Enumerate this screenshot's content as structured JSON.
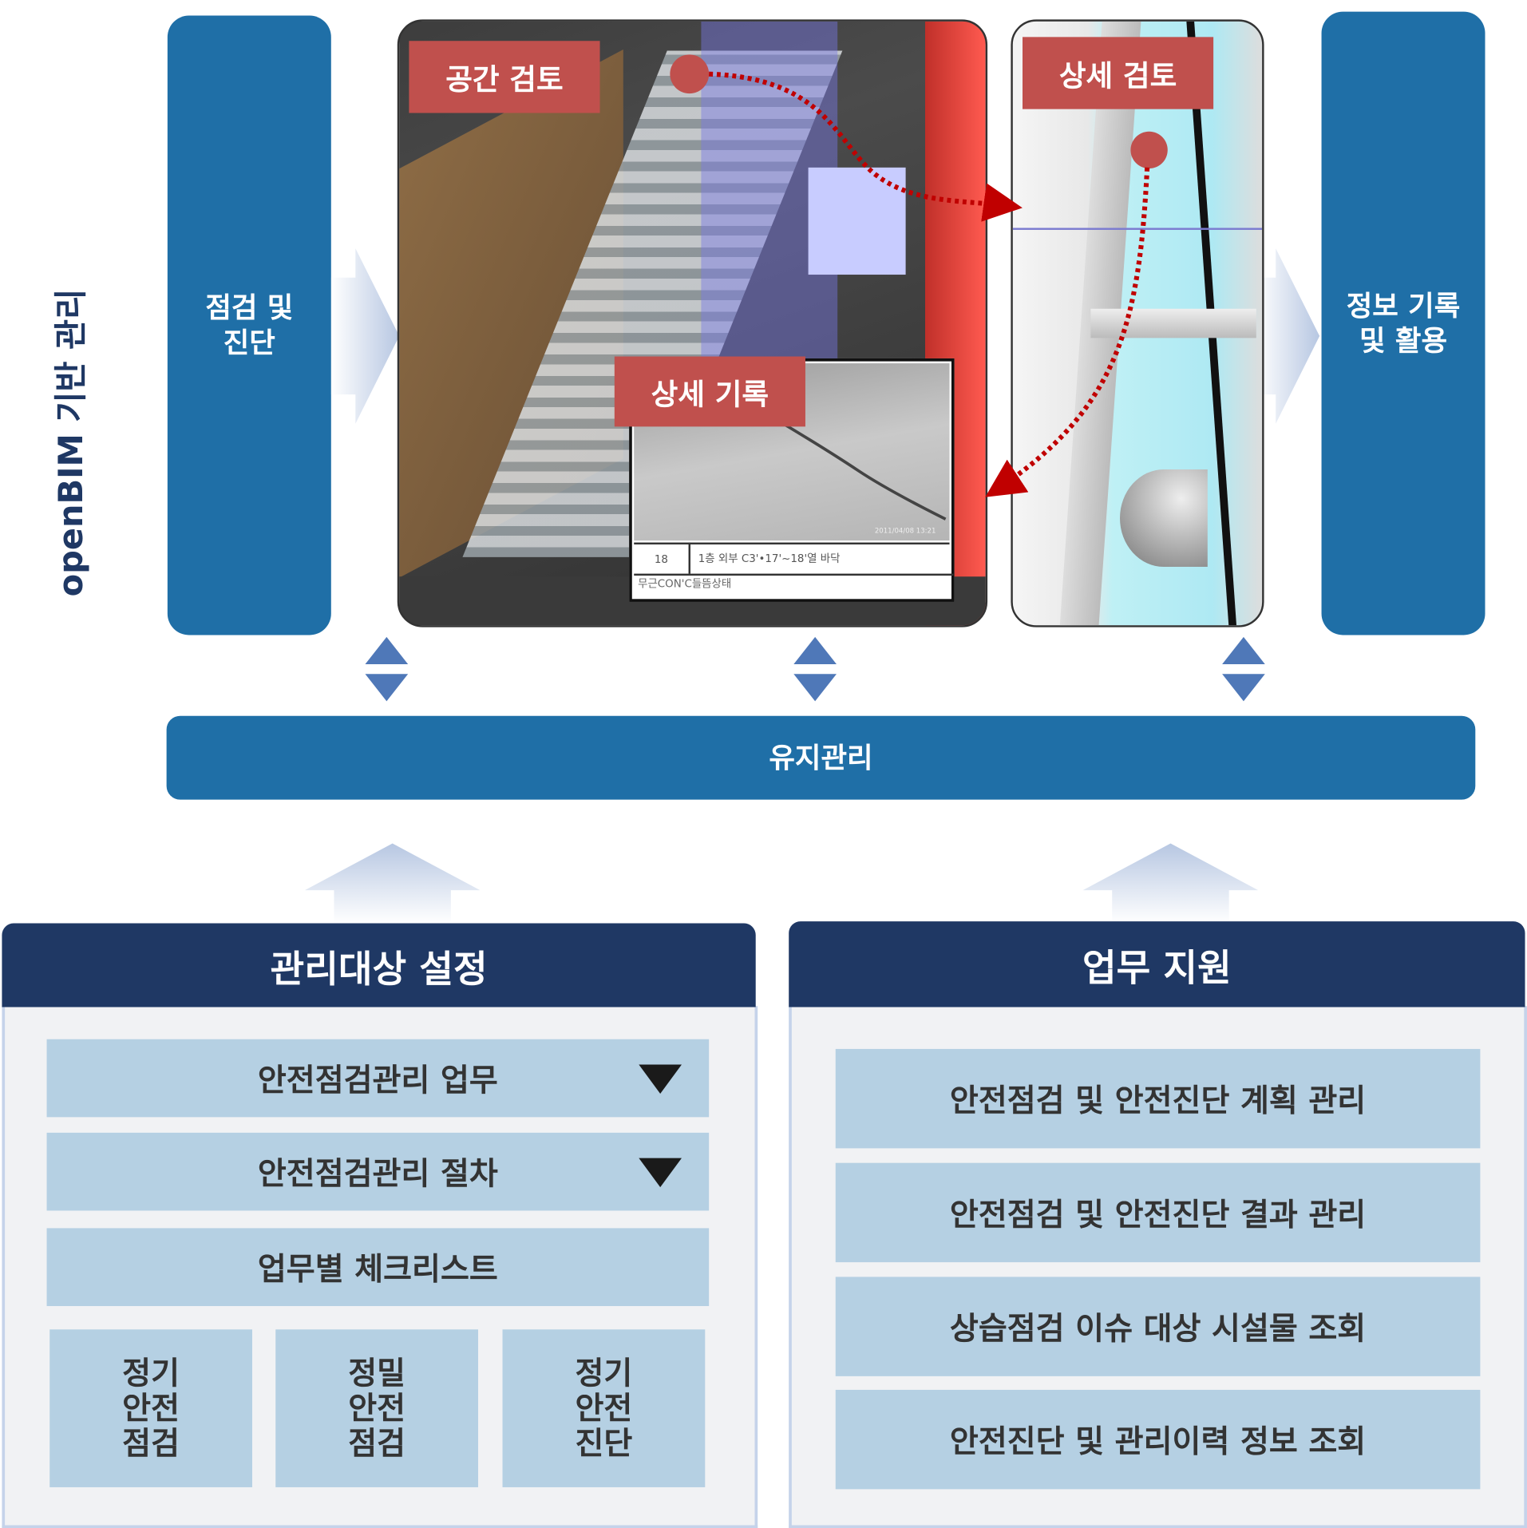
{
  "side_title": "openBIM 기반 관리",
  "left_box": "점검 및\n진단",
  "right_box": "정보 기록\n및 활용",
  "labels": {
    "space_review": "공간 검토",
    "detail_review": "상세 검토",
    "detail_record": "상세 기록"
  },
  "photo_caption": {
    "timestamp": "2011/04/08 13:21",
    "number": "18",
    "location": "1층 외부 C3'•17'~18'열 바닥",
    "note": "무근CON'C들뜸상태"
  },
  "maintenance_bar": "유지관리",
  "left_panel": {
    "title": "관리대상 설정",
    "dropdowns": [
      "안전점검관리 업무",
      "안전점검관리 절차"
    ],
    "checklist": "업무별 체크리스트",
    "tiles": [
      "정기\n안전\n점검",
      "정밀\n안전\n점검",
      "정기\n안전\n진단"
    ]
  },
  "right_panel": {
    "title": "업무 지원",
    "items": [
      "안전점검 및 안전진단 계획 관리",
      "안전점검 및 안전진단 결과 관리",
      "상습점검 이슈 대상 시설물 조회",
      "안전진단 및 관리이력 정보 조회"
    ]
  },
  "colors": {
    "blue": "#1f6fa7",
    "navy": "#1f3864",
    "light": "#b5d0e3",
    "red": "#c0504d"
  }
}
